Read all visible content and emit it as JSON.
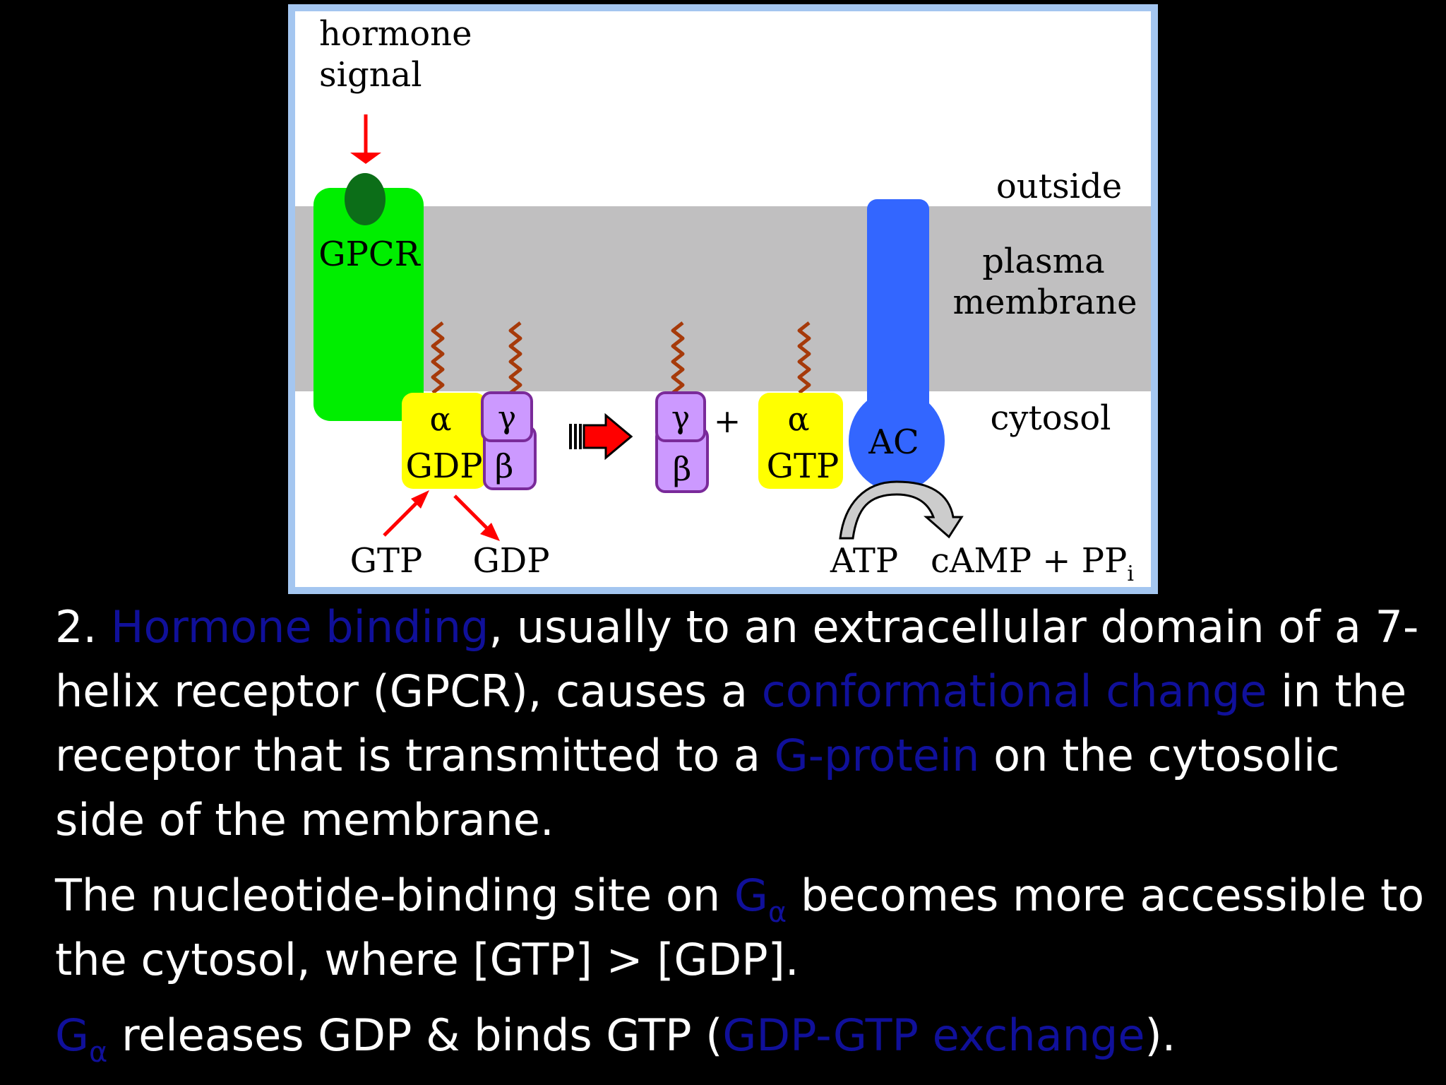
{
  "diagram": {
    "hormone_signal": [
      "hormone",
      "signal"
    ],
    "region_outside": "outside",
    "region_membrane": [
      "plasma",
      "membrane"
    ],
    "region_cytosol": "cytosol",
    "receptor": "GPCR",
    "g_alpha": "α",
    "g_beta": "β",
    "g_gamma": "γ",
    "gdp": "GDP",
    "gtp": "GTP",
    "plus": "+",
    "enzyme": "AC",
    "incoming_gtp": "GTP",
    "released_gdp": "GDP",
    "substrate": "ATP",
    "products": "cAMP + PP",
    "products_subscript": "i",
    "colors": {
      "receptor": "#00ee00",
      "hormone": "#0c6e18",
      "membrane": "#c0bfc0",
      "g_alpha": "#ffff00",
      "g_beta_gamma": "#cc99ff",
      "g_beta_gamma_outline": "#7a2a9a",
      "lipid_anchor": "#a63a0a",
      "enzyme": "#3366ff",
      "arrows": "#ff0000",
      "frame_border": "#a4c6f0"
    }
  },
  "caption": {
    "p1": {
      "number": "2. ",
      "hl1": "Hormone binding",
      "t1": ", usually to an extracellular domain of  a 7-helix receptor (GPCR), causes a ",
      "hl2": "conformational change",
      "t2": " in the receptor that is transmitted to a ",
      "hl3": "G-protein",
      "t3": " on the cytosolic side of the membrane."
    },
    "p2": {
      "t1": "The nucleotide-binding site on ",
      "g": "G",
      "g_sub": "α",
      "t2": " becomes more accessible to the cytosol, where [GTP] > [GDP]."
    },
    "p3": {
      "g": "G",
      "g_sub": "α",
      "t1": " releases GDP & binds GTP (",
      "hl1": "GDP-GTP exchange",
      "t2": ")."
    },
    "colors": {
      "text": "#ffffff",
      "highlight": "#10109a"
    }
  }
}
